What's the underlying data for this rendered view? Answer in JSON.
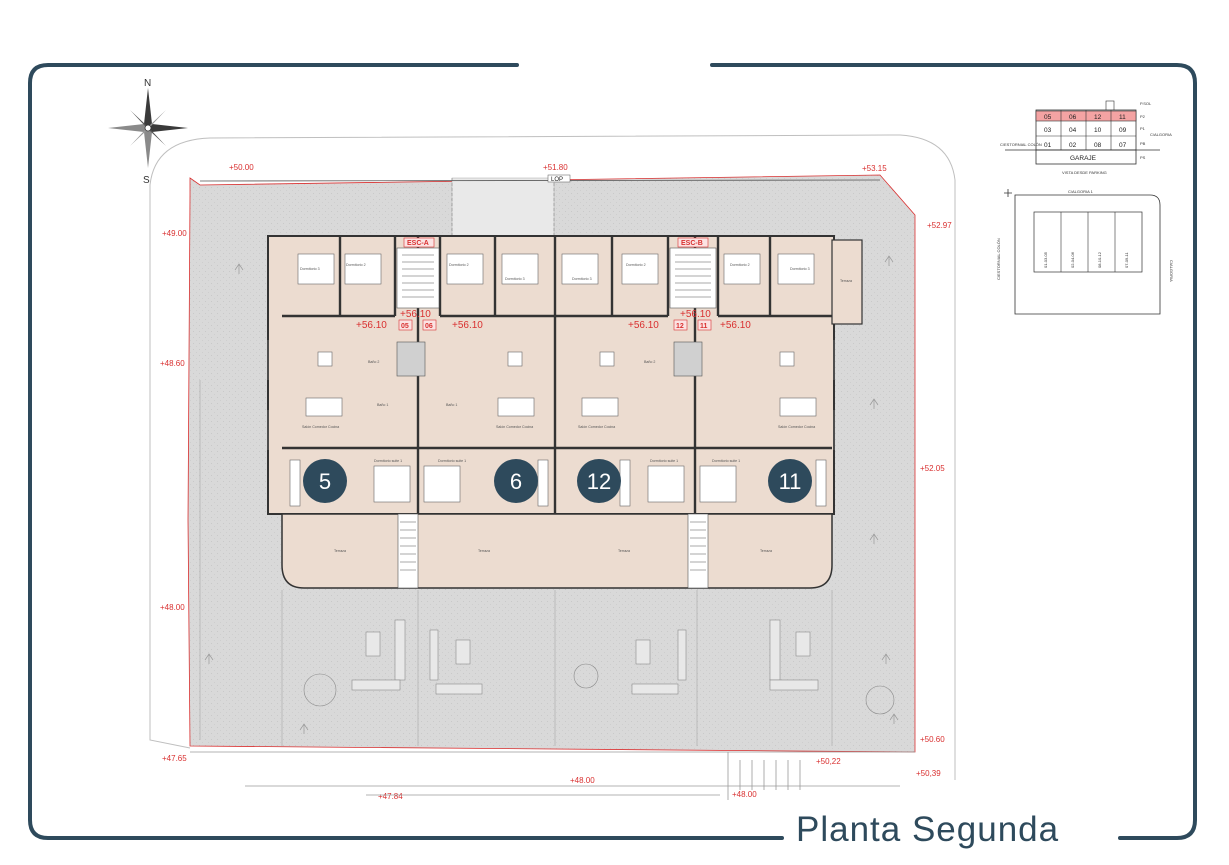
{
  "title": "Planta Segunda",
  "compass": {
    "north": "N",
    "south": "S"
  },
  "colors": {
    "frame": "#2e4a5c",
    "elevation": "#d93030",
    "unit_badge": "#2e4a5c",
    "floor": "#ecdcd0",
    "ground": "#d6d6d6"
  },
  "elevations": [
    {
      "label": "+50.00"
    },
    {
      "label": "+51.80"
    },
    {
      "label": "+53.15"
    },
    {
      "label": "+49.00"
    },
    {
      "label": "+52.97"
    },
    {
      "label": "+48.60"
    },
    {
      "label": "+52.05"
    },
    {
      "label": "+48.00"
    },
    {
      "label": "+50.60"
    },
    {
      "label": "+47.65"
    },
    {
      "label": "+50,22"
    },
    {
      "label": "+50,39"
    },
    {
      "label": "+48.00"
    },
    {
      "label": "+47.84"
    },
    {
      "label": "+48.00"
    }
  ],
  "floor_levels": [
    "+56.10",
    "+56.10",
    "+56.10",
    "+56.10",
    "+56.10",
    "+56.10"
  ],
  "stairs": {
    "left": "ESC-A",
    "right": "ESC-B"
  },
  "lop_label": "LOP",
  "stair_tags": [
    "05",
    "06",
    "12",
    "11"
  ],
  "units": [
    {
      "number": "5"
    },
    {
      "number": "6"
    },
    {
      "number": "12"
    },
    {
      "number": "11"
    }
  ],
  "room_labels": [
    "Dormitorio 3",
    "Dormitorio 2",
    "Dormitorio 2",
    "Dormitorio 3",
    "Dormitorio 3",
    "Dormitorio 2",
    "Dormitorio 2",
    "Dormitorio 3",
    "Salón Comedor Cocina",
    "Salón Comedor Cocina",
    "Salón Comedor Cocina",
    "Salón Comedor Cocina",
    "Dormitorio suite 1",
    "Dormitorio suite 1",
    "Dormitorio suite 1",
    "Dormitorio suite 1",
    "Baño 1",
    "Baño 2",
    "Baño 1",
    "Baño 2",
    "Terraza",
    "Terraza",
    "Terraza",
    "Terraza",
    "Terraza"
  ],
  "key_plan": {
    "rows": [
      {
        "level": "P.SOL",
        "cells": [
          "",
          "",
          "",
          ""
        ]
      },
      {
        "level": "P2",
        "cells": [
          "05",
          "06",
          "12",
          "11"
        ]
      },
      {
        "level": "P1",
        "cells": [
          "03",
          "04",
          "10",
          "09"
        ]
      },
      {
        "level": "PB",
        "cells": [
          "01",
          "02",
          "08",
          "07"
        ]
      },
      {
        "level": "PS",
        "cells": [
          "GARAJE"
        ]
      }
    ],
    "street_left": "C/ESTORNIAL COLÓN",
    "street_right": "C/ALGORIA",
    "caption": "VISTA DESDE PARKING"
  },
  "site_plan": {
    "caption": "C/ALGORIA 1",
    "street_left": "C/ESTORNIAL COLÓN",
    "street_right": "C/ALGORIA",
    "blocks": [
      "01-03-05",
      "02-04-06",
      "08-10-12",
      "07-09-11"
    ]
  }
}
